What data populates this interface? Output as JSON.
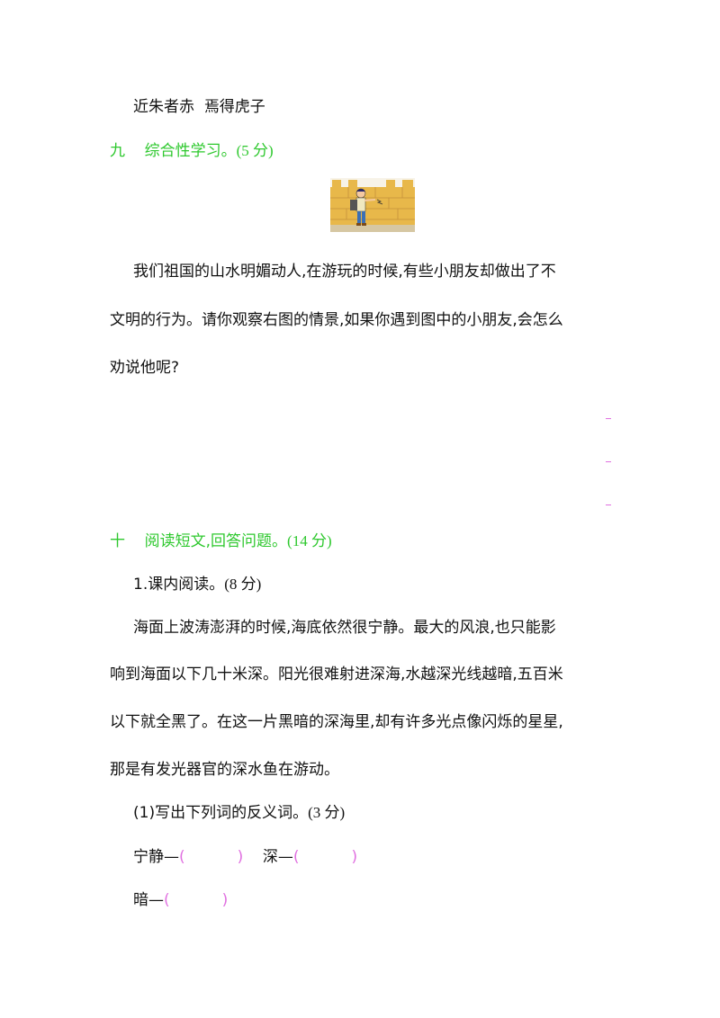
{
  "idiom_line": {
    "part1": "近朱者赤",
    "part2": "焉得虎子"
  },
  "section9": {
    "number": "九",
    "title": "综合性学习。",
    "score": "(5 分)"
  },
  "section9_paragraph": [
    "我们祖国的山水明媚动人,在游玩的时候,有些小朋友却做出了不",
    "文明的行为。请你观察右图的情景,如果你遇到图中的小朋友,会怎么",
    "劝说他呢?"
  ],
  "section10": {
    "number": "十",
    "title": "阅读短文,回答问题。",
    "score": "(14 分)"
  },
  "subsection1": {
    "label": "1.课内阅读。",
    "score": "(8 分)"
  },
  "reading_passage": [
    "海面上波涛澎湃的时候,海底依然很宁静。最大的风浪,也只能影",
    "响到海面以下几十米深。阳光很难射进深海,水越深光线越暗,五百米",
    "以下就全黑了。在这一片黑暗的深海里,却有许多光点像闪烁的星星,",
    "那是有发光器官的深水鱼在游动。"
  ],
  "question1": {
    "label": "(1)写出下列词的反义词。",
    "score": "(3 分)"
  },
  "antonyms": [
    {
      "word": "宁静—",
      "open": "(",
      "close": ")"
    },
    {
      "word": "深—",
      "open": "(",
      "close": ")"
    },
    {
      "word": "暗—",
      "open": "(",
      "close": ")"
    }
  ],
  "colors": {
    "heading": "#2ec82e",
    "answer_marks": "#e070e0",
    "wall": "#e8b84a"
  }
}
